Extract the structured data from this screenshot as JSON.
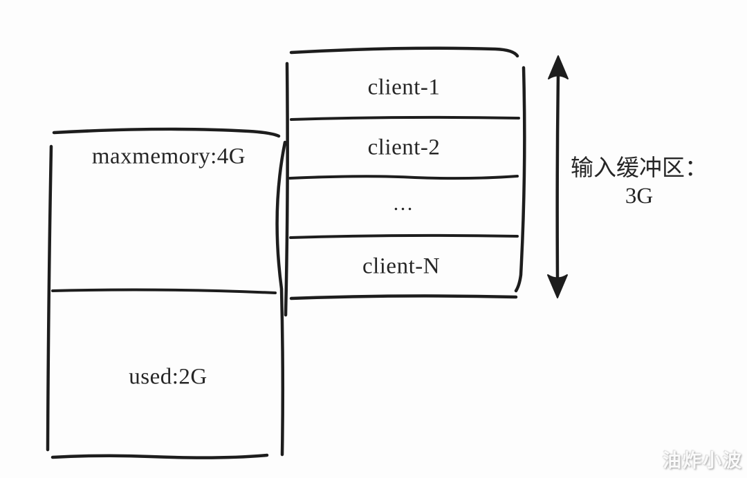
{
  "diagram": {
    "title_hint": "redis-memory-buffer-diagram",
    "memory_box": {
      "maxmemory_label": "maxmemory:4G",
      "used_label": "used:2G"
    },
    "client_stack": {
      "rows": [
        "client-1",
        "client-2",
        "…",
        "client-N"
      ]
    },
    "buffer_annotation": {
      "line1": "输入缓冲区：",
      "line2": "3G"
    },
    "watermark": "油炸小波",
    "colors": {
      "ink": "#1d1d1d",
      "background": "#fdfdfd",
      "watermark": "#fafafa"
    }
  }
}
